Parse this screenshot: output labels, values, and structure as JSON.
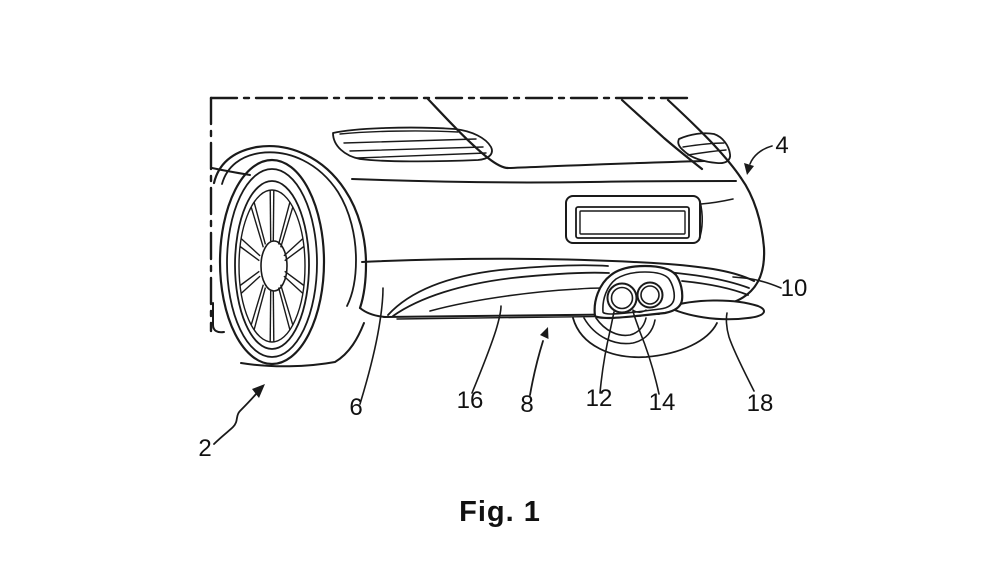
{
  "figure": {
    "caption": "Fig. 1"
  },
  "reference_labels": {
    "n2": "2",
    "n4": "4",
    "n6": "6",
    "n8": "8",
    "n10": "10",
    "n12": "12",
    "n14": "14",
    "n16": "16",
    "n18": "18"
  },
  "colors": {
    "ink": "#1a1a1a",
    "background": "#ffffff"
  }
}
